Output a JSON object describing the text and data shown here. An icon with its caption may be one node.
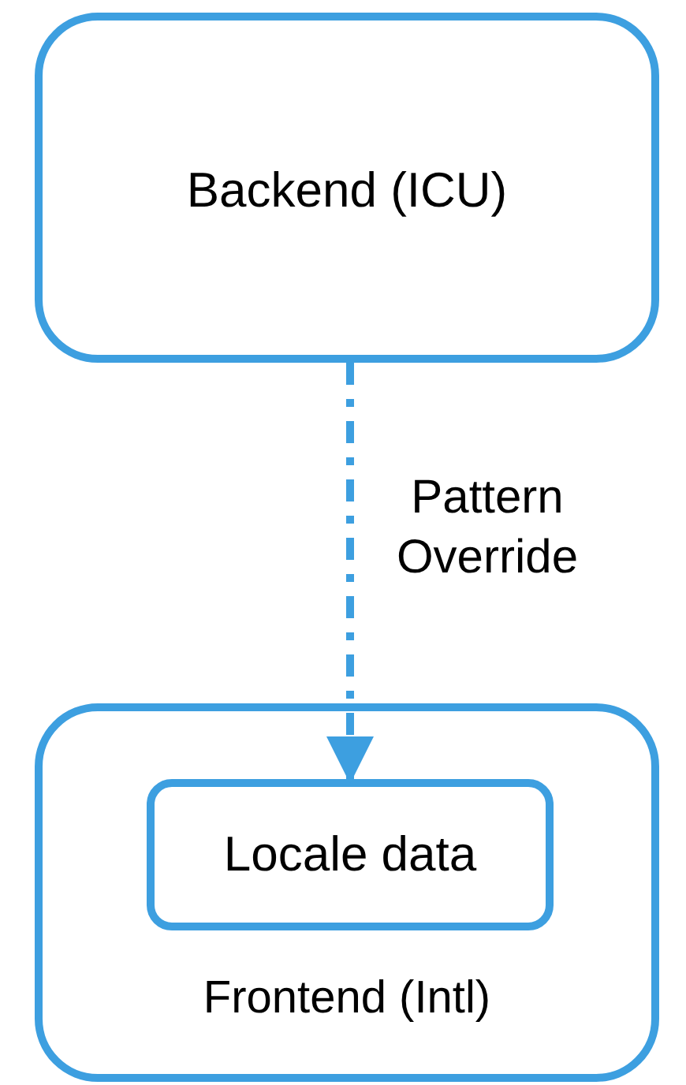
{
  "diagram": {
    "nodes": [
      {
        "text": [
          "Backend (ICU)"
        ]
      },
      {
        "text": [
          "Frontend (Intl)"
        ]
      },
      {
        "text": [
          "Locale data"
        ],
        "in": 1
      }
    ],
    "edges": [
      {
        "from": 0,
        "to": 2,
        "arrow": "to",
        "label": "Pattern Override",
        "style": "dashed"
      }
    ]
  }
}
